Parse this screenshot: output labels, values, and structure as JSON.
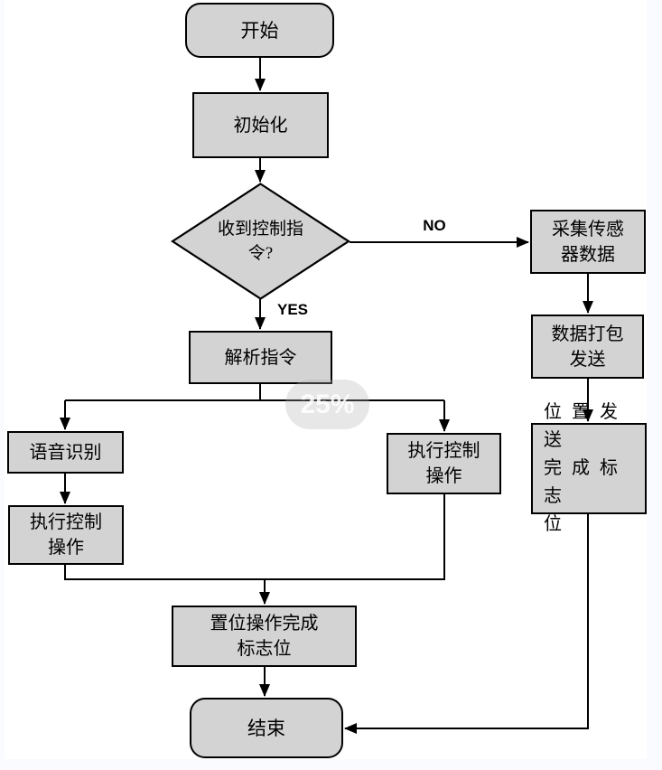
{
  "page": {
    "background": "#ffffff",
    "margin_color": "#fafbff"
  },
  "colors": {
    "node_fill": "#d3d3d3",
    "node_border": "#000000",
    "connector": "#000000",
    "watermark_pill": "rgba(175,175,175,0.30)",
    "watermark_text": "rgba(255,255,255,0.85)"
  },
  "watermark": {
    "text": "25%"
  },
  "edge_labels": {
    "no": "NO",
    "yes": "YES"
  },
  "nodes": {
    "start": {
      "type": "terminator",
      "label": "开始"
    },
    "init": {
      "type": "process",
      "label": "初始化"
    },
    "decision": {
      "type": "decision",
      "label": "收到控制指\n令?"
    },
    "parse": {
      "type": "process",
      "label": "解析指令"
    },
    "voice": {
      "type": "process",
      "label": "语音识别"
    },
    "exec_left": {
      "type": "process",
      "label": "执行控制\n操作"
    },
    "exec_right": {
      "type": "process",
      "label": "执行控制\n操作"
    },
    "set_flag": {
      "type": "process",
      "label": "置位操作完成\n标志位"
    },
    "end": {
      "type": "terminator",
      "label": "结束"
    },
    "collect": {
      "type": "process",
      "label": "采集传感\n器数据"
    },
    "pack": {
      "type": "process",
      "label": "数据打包\n发送"
    },
    "pos_flag": {
      "type": "process",
      "label": "位置发送\n完成标志\n位"
    }
  }
}
